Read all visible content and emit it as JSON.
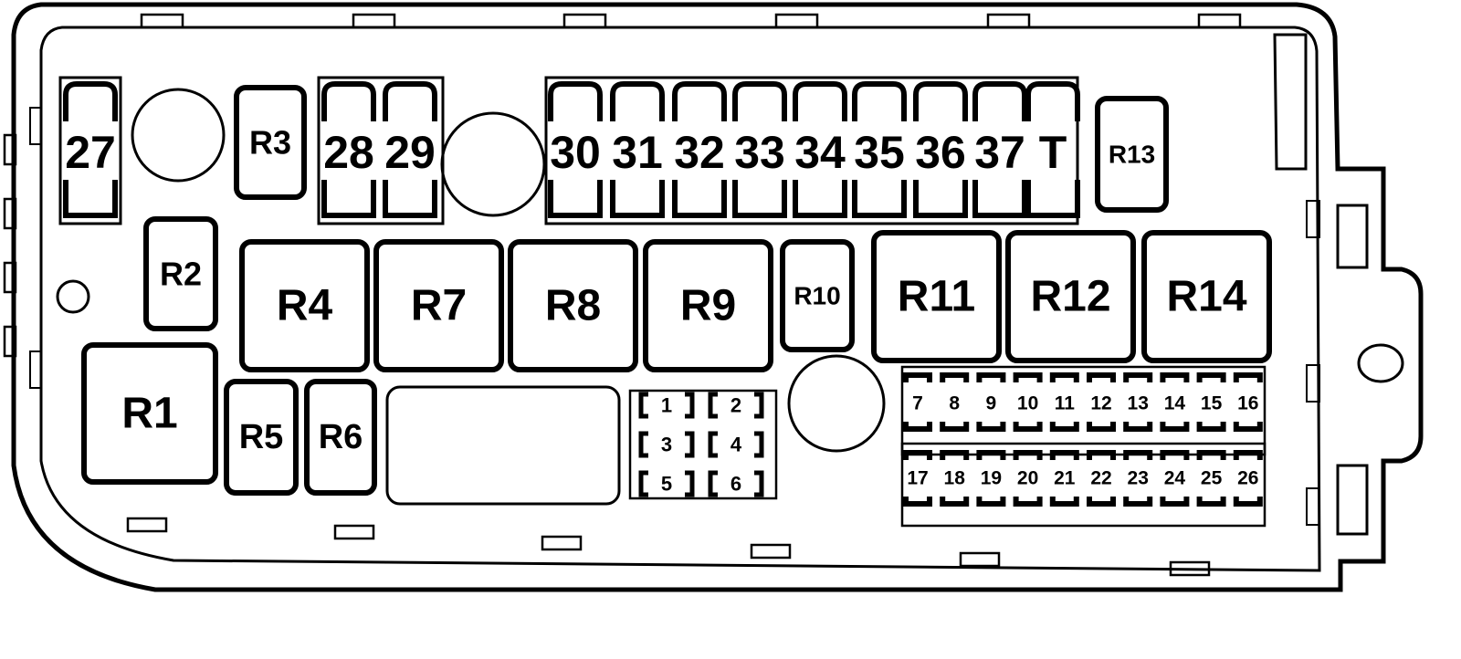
{
  "fuses_large": [
    {
      "id": "fuse-27",
      "label": "27"
    },
    {
      "id": "fuse-28",
      "label": "28"
    },
    {
      "id": "fuse-29",
      "label": "29"
    },
    {
      "id": "fuse-30",
      "label": "30"
    },
    {
      "id": "fuse-31",
      "label": "31"
    },
    {
      "id": "fuse-32",
      "label": "32"
    },
    {
      "id": "fuse-33",
      "label": "33"
    },
    {
      "id": "fuse-34",
      "label": "34"
    },
    {
      "id": "fuse-35",
      "label": "35"
    },
    {
      "id": "fuse-36",
      "label": "36"
    },
    {
      "id": "fuse-37",
      "label": "37"
    },
    {
      "id": "fuse-T",
      "label": "T"
    }
  ],
  "relays": [
    {
      "id": "R1",
      "label": "R1"
    },
    {
      "id": "R2",
      "label": "R2"
    },
    {
      "id": "R3",
      "label": "R3"
    },
    {
      "id": "R4",
      "label": "R4"
    },
    {
      "id": "R5",
      "label": "R5"
    },
    {
      "id": "R6",
      "label": "R6"
    },
    {
      "id": "R7",
      "label": "R7"
    },
    {
      "id": "R8",
      "label": "R8"
    },
    {
      "id": "R9",
      "label": "R9"
    },
    {
      "id": "R10",
      "label": "R10"
    },
    {
      "id": "R11",
      "label": "R11"
    },
    {
      "id": "R12",
      "label": "R12"
    },
    {
      "id": "R13",
      "label": "R13"
    },
    {
      "id": "R14",
      "label": "R14"
    }
  ],
  "fuses_small_left": [
    "1",
    "2",
    "3",
    "4",
    "5",
    "6"
  ],
  "fuses_mini_top": [
    "7",
    "8",
    "9",
    "10",
    "11",
    "12",
    "13",
    "14",
    "15",
    "16"
  ],
  "fuses_mini_bottom": [
    "17",
    "18",
    "19",
    "20",
    "21",
    "22",
    "23",
    "24",
    "25",
    "26"
  ]
}
